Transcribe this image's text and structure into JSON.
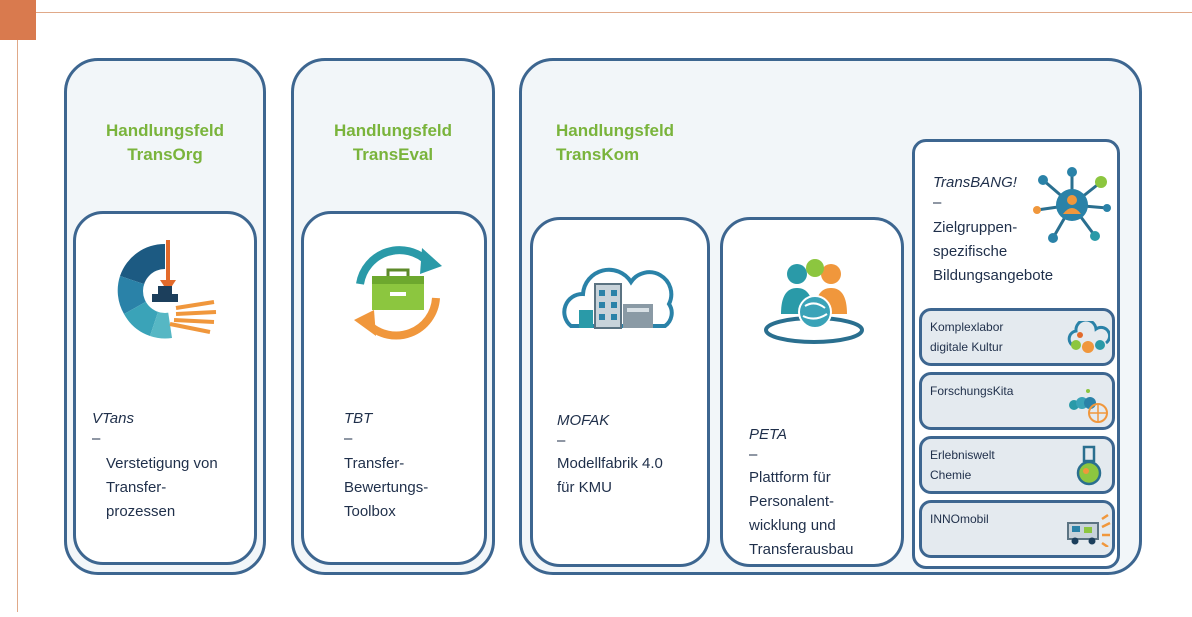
{
  "fields": [
    {
      "title": [
        "Handlungsfeld",
        "TransOrg"
      ],
      "cards": [
        {
          "acronym": "VTans",
          "dash": "–",
          "description": [
            "Verstetigung von",
            "Transfer-",
            "prozessen"
          ],
          "icon": "circular-gauge-icon"
        }
      ]
    },
    {
      "title": [
        "Handlungsfeld",
        "TransEval"
      ],
      "cards": [
        {
          "acronym": "TBT",
          "dash": "–",
          "description": [
            "Transfer-",
            "Bewertungs-",
            "Toolbox"
          ],
          "icon": "toolbox-cycle-icon"
        }
      ]
    },
    {
      "title": [
        "Handlungsfeld",
        "TransKom"
      ],
      "cards": [
        {
          "acronym": "MOFAK",
          "dash": "–",
          "description": [
            "Modellfabrik 4.0",
            "für KMU"
          ],
          "icon": "cloud-factory-icon"
        },
        {
          "acronym": "PETA",
          "dash": "–",
          "description": [
            "Plattform für",
            "Personalent-",
            "wicklung und",
            "Transferausbau"
          ],
          "icon": "people-globe-icon"
        }
      ],
      "panel": {
        "acronym": "TransBANG!",
        "dash": "–",
        "description": [
          "Zielgruppen-",
          "spezifische",
          "Bildungsangebote"
        ],
        "icon": "network-person-icon",
        "items": [
          {
            "label": [
              "Komplexlabor",
              "digitale Kultur"
            ],
            "icon": "colorful-cloud-icon"
          },
          {
            "label": [
              "ForschungsKita"
            ],
            "icon": "caterpillar-globe-icon"
          },
          {
            "label": [
              "Erlebniswelt",
              "Chemie"
            ],
            "icon": "flask-icon"
          },
          {
            "label": [
              "INNOmobil"
            ],
            "icon": "van-icon"
          }
        ]
      }
    }
  ],
  "colors": {
    "accent": "#d97a4e",
    "border": "#3d6690",
    "title": "#7ab43c",
    "panel_bg": "#f2f6f9"
  }
}
